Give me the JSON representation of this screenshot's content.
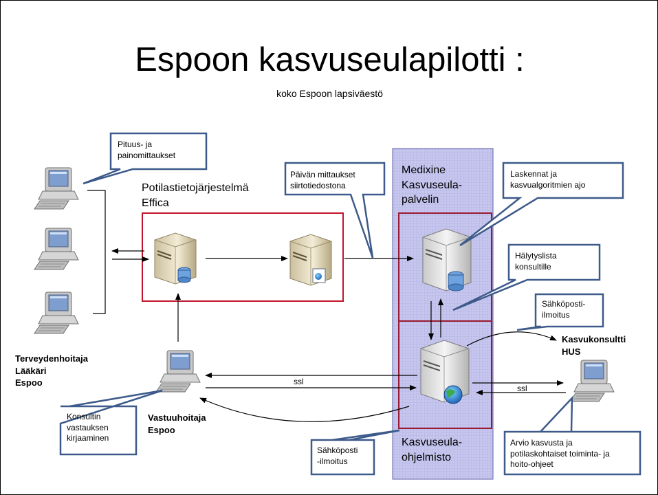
{
  "title": "Espoon kasvuseulapilotti :",
  "subtitle": "koko Espoon lapsiväestö",
  "labels": {
    "patient_system": "Potilastietojärjestelmä\nEffica",
    "medixine": "Medixine\nKasvuseula-\npalvelin",
    "kasvuseula_software": "Kasvuseula-\nohjelmisto",
    "nurses": "Terveydenhoitaja\nLääkäri\nEspoo",
    "responsible_nurse": "Vastuuhoitaja\nEspoo",
    "consultant": "Kasvukonsultti\nHUS",
    "ssl_left": "ssl",
    "ssl_right": "ssl"
  },
  "callouts": {
    "measurements": "Pituus- ja\npainomittaukset",
    "daily_transfer": "Päivän mittaukset\nsiirtotiedostona",
    "calculations": "Laskennat ja\nkasvualgoritmien ajo",
    "alert_list": "Hälytyslista\nkonsultille",
    "email_top": "Sähköposti-\nilmoitus",
    "record_answer": "Konsultin\nvastauksen\nkirjaaminen",
    "email_bottom": "Sähköposti\n-ilmoitus",
    "assessment": "Arvio kasvusta ja\npotilaskohtaiset toiminta- ja\nhoito-ohjeet"
  },
  "colors": {
    "effica_frame": "#c0142c",
    "medixine_frame": "#9b1b30",
    "callout_border": "#3d5a8a",
    "server_zone": "#c6c6ee"
  }
}
